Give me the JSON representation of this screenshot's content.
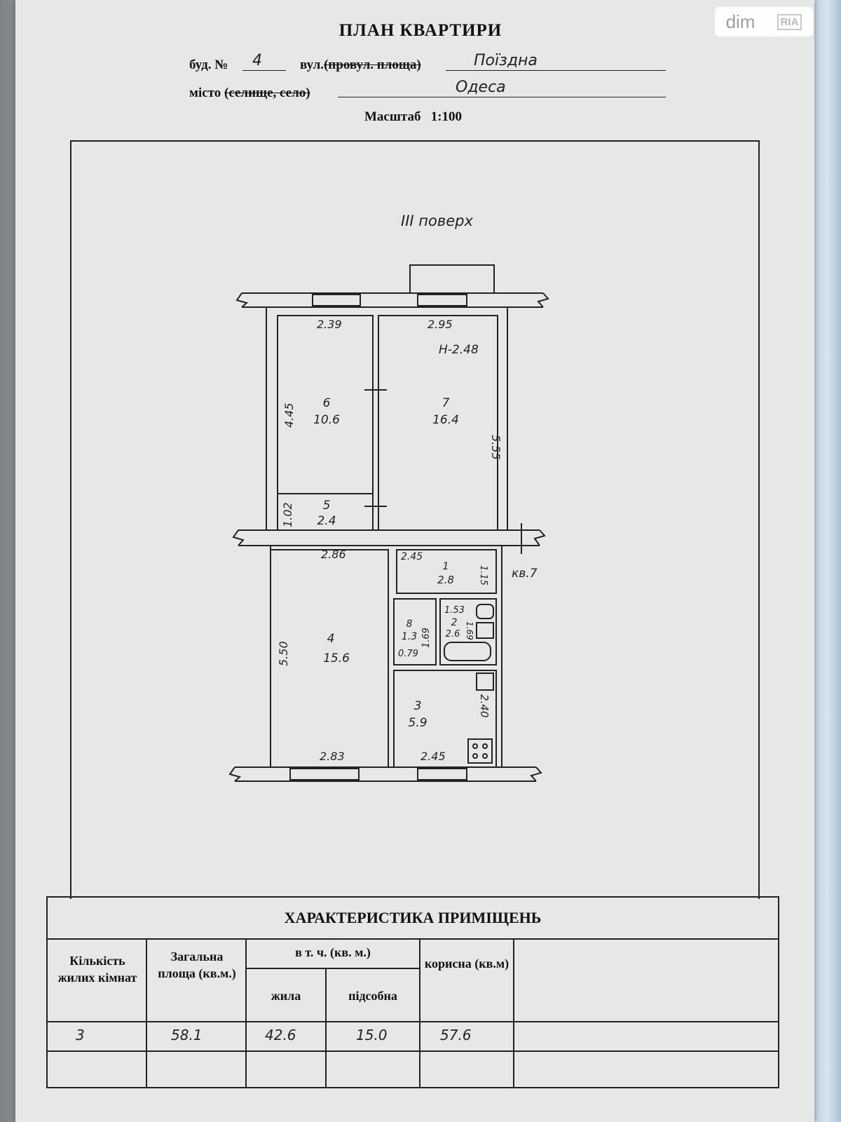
{
  "header": {
    "title": "ПЛАН КВАРТИРИ",
    "bud_label": "буд. №",
    "bud_value": "4",
    "vul_label": "вул.",
    "vul_struck": "(провул. площа)",
    "vul_value": "Поїздна",
    "misto_label": "місто",
    "misto_struck": "(селище, село)",
    "misto_value": "Одеса",
    "scale_label": "Масштаб",
    "scale_value": "1:100"
  },
  "plan": {
    "floor_label": "III поверх",
    "height_label": "H-2.48",
    "apartment_label": "кв.7",
    "dims": {
      "r6_top": "2.39",
      "r7_top": "2.95",
      "r6_side": "4.45",
      "r7_side": "5.55",
      "r5_side": "1.02",
      "r4_top": "2.86",
      "r4_side": "5.50",
      "r4_bottom": "2.83",
      "r1_top": "2.45",
      "r1_side": "1.15",
      "r2_top": "1.53",
      "r2_side": "1.69",
      "r8_side": "1.69",
      "r8_bottom": "0.79",
      "r3_side": "2.40",
      "r3_bottom": "2.45"
    },
    "rooms": [
      {
        "num": "6",
        "area": "10.6"
      },
      {
        "num": "7",
        "area": "16.4"
      },
      {
        "num": "5",
        "area": "2.4"
      },
      {
        "num": "4",
        "area": "15.6"
      },
      {
        "num": "1",
        "area": "2.8"
      },
      {
        "num": "8",
        "area": "1.3"
      },
      {
        "num": "2",
        "area": "2.6"
      },
      {
        "num": "3",
        "area": "5.9"
      }
    ]
  },
  "table": {
    "title": "ХАРАКТЕРИСТИКА ПРИМІЩЕНЬ",
    "col_rooms": "Кількість жилих кімнат",
    "col_total": "Загальна площа (кв.м.)",
    "col_incl": "в т. ч. (кв. м.)",
    "col_living": "жила",
    "col_aux": "підсобна",
    "col_useful": "корисна (кв.м)",
    "row": {
      "rooms": "3",
      "total": "58.1",
      "living": "42.6",
      "aux": "15.0",
      "useful": "57.6"
    }
  },
  "watermark": {
    "dim": "dim",
    "ria": "RIA"
  },
  "colors": {
    "ink": "#222222",
    "paper": "#e6e8e6",
    "table_ink": "#111111"
  }
}
